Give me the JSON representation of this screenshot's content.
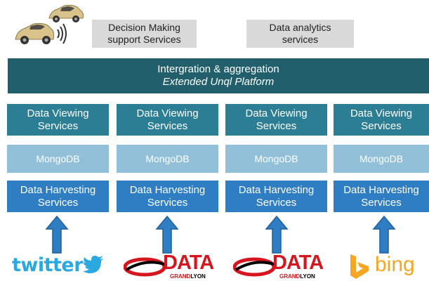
{
  "top": {
    "decision_line1": "Decision Making",
    "decision_line2": "support Services",
    "analytics_line1": "Data analytics",
    "analytics_line2": "services"
  },
  "banner": {
    "title": "Intergration & aggregation",
    "subtitle": "Extended Unql Platform"
  },
  "columns": [
    {
      "view1": "Data Viewing",
      "view2": "Services",
      "db": "MongoDB",
      "harv1": "Data Harvesting",
      "harv2": "Services",
      "source": "twitter"
    },
    {
      "view1": "Data Viewing",
      "view2": "Services",
      "db": "MongoDB",
      "harv1": "Data Harvesting",
      "harv2": "Services",
      "source": "data-grandlyon"
    },
    {
      "view1": "Data Viewing",
      "view2": "Services",
      "db": "MongoDB",
      "harv1": "Data Harvesting",
      "harv2": "Services",
      "source": "data-grandlyon"
    },
    {
      "view1": "Data Viewing",
      "view2": "Services",
      "db": "MongoDB",
      "harv1": "Data Harvesting",
      "harv2": "Services",
      "source": "bing"
    }
  ],
  "logos": {
    "twitter": "twitter",
    "data": "DATA",
    "grand": "GRAND",
    "lyon": "LYON",
    "bing": "bing"
  },
  "colors": {
    "banner": "#215f6c",
    "viewing": "#2c7e95",
    "mongodb": "#92c0d9",
    "harvesting": "#2f7ec4",
    "arrow": "#2f7ec4",
    "twitter": "#2aa9e0",
    "data_red": "#d7151e",
    "bing": "#f5a623"
  },
  "icons": [
    "car-icon",
    "connected-car-icon",
    "up-arrow-icon",
    "twitter-bird-icon",
    "data-grandlyon-swoosh-icon",
    "bing-b-icon"
  ]
}
